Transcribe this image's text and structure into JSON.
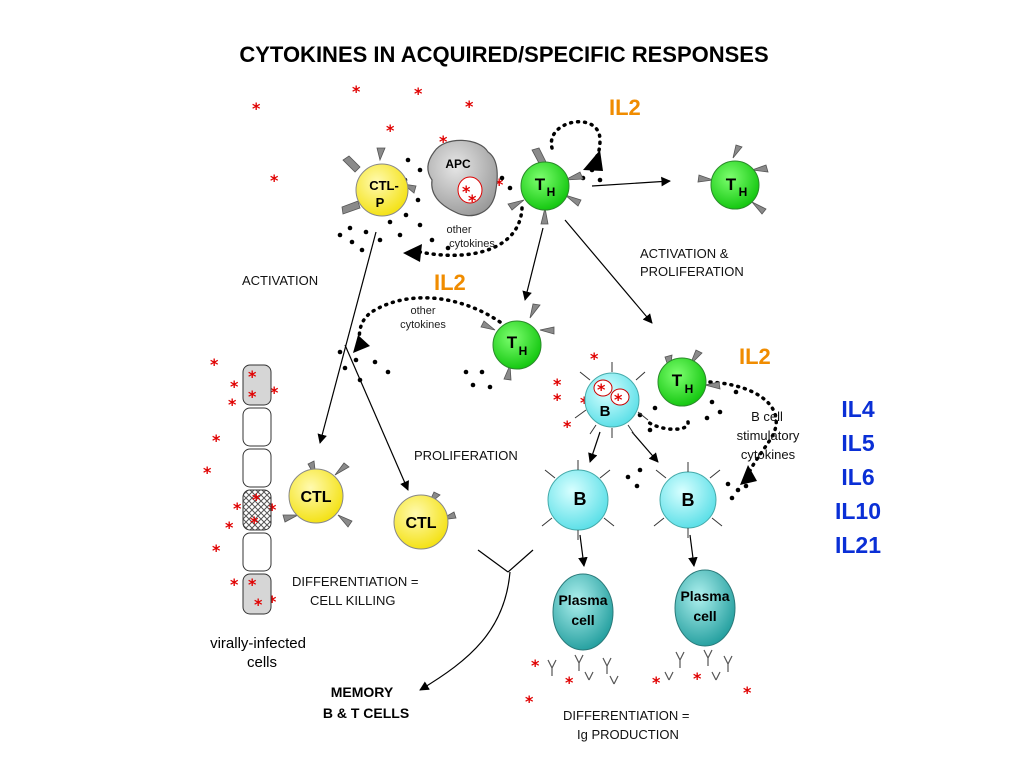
{
  "title": "CYTOKINES IN ACQUIRED/SPECIFIC RESPONSES",
  "labels": {
    "activation": "ACTIVATION",
    "activation_proliferation_1": "ACTIVATION &",
    "activation_proliferation_2": "PROLIFERATION",
    "proliferation": "PROLIFERATION",
    "differentiation_killing_1": "DIFFERENTIATION =",
    "differentiation_killing_2": "CELL KILLING",
    "differentiation_ig_1": "DIFFERENTIATION =",
    "differentiation_ig_2": "Ig PRODUCTION",
    "memory_1": "MEMORY",
    "memory_2": "B & T CELLS",
    "viral_1": "virally-infected",
    "viral_2": "cells",
    "other_cytokines_1a": "other",
    "other_cytokines_1b": "cytokines",
    "other_cytokines_2a": "other",
    "other_cytokines_2b": "cytokines",
    "bcell_stim_1": "B cell",
    "bcell_stim_2": "stimulatory",
    "bcell_stim_3": "cytokines"
  },
  "il2_labels": [
    "IL2",
    "IL2",
    "IL2"
  ],
  "interleukins": [
    "IL4",
    "IL5",
    "IL6",
    "IL10",
    "IL21"
  ],
  "cells": {
    "apc": "APC",
    "ctlp_1": "CTL-",
    "ctlp_2": "P",
    "th_main": "T",
    "th_sub": "H",
    "b": "B",
    "ctl": "CTL",
    "plasma_1": "Plasma",
    "plasma_2": "cell"
  },
  "colors": {
    "th_green": "#22e01e",
    "ctl_yellow": "#fff34a",
    "b_cyan": "#8ff0f4",
    "plasma_teal": "#3fb4b4",
    "apc_gray": "#bdbdbd",
    "il2_orange": "#f08c00",
    "il_blue": "#0a2fd6",
    "star_red": "#e00000"
  }
}
